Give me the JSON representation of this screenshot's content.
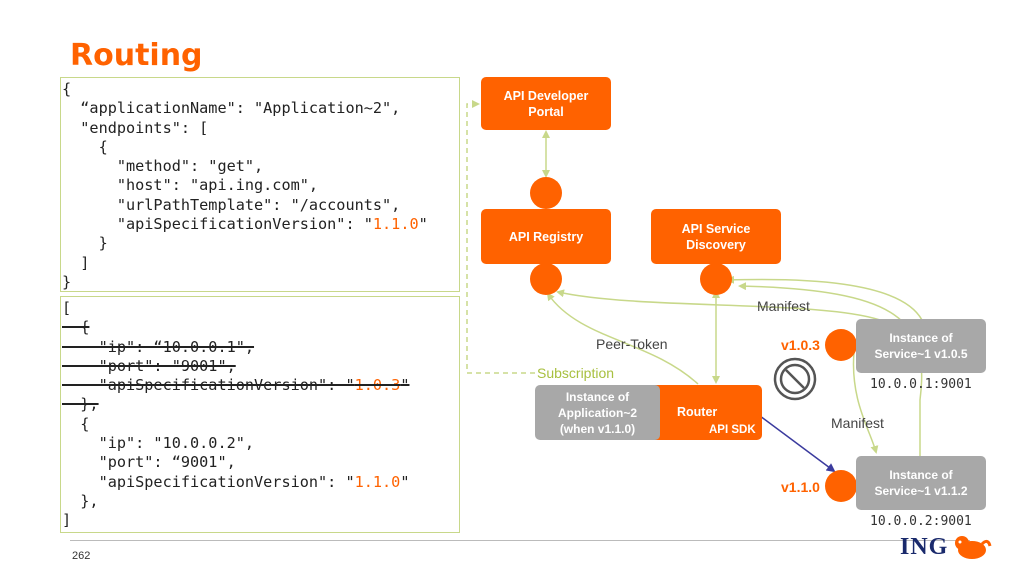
{
  "title": "Routing",
  "code_top": {
    "lines": [
      "{",
      "  “applicationName\": \"Application~2\",",
      "  \"endpoints\": [",
      "    {",
      "      \"method\": \"get\",",
      "      \"host\": \"api.ing.com\",",
      "      \"urlPathTemplate\": \"/accounts\","
    ],
    "version_line_prefix": "      \"apiSpecificationVersion\": \"",
    "version_value": "1.1.0",
    "version_line_suffix": "\"",
    "closing_lines": [
      "    }",
      "  ]",
      "}"
    ]
  },
  "code_bottom": {
    "open": "[",
    "struck_open": "  {",
    "struck_ip": "    \"ip\": “10.0.0.1\",",
    "struck_port": "    \"port\": \"9001\",",
    "struck_version_prefix": "    \"apiSpecificationVersion\": \"",
    "struck_version_value": "1.0.3",
    "struck_version_suffix": "\"",
    "struck_close": "  },",
    "open2": "  {",
    "ip": "    \"ip\": \"10.0.0.2\",",
    "port": "    \"port\": “9001\",",
    "version_prefix": "    \"apiSpecificationVersion\": \"",
    "version_value": "1.1.0",
    "version_suffix": "\"",
    "close2": "  },",
    "close": "]"
  },
  "nodes": {
    "developer_portal": "API Developer Portal",
    "registry": "API Registry",
    "service_discovery": "API Service Discovery",
    "application_instance": "Instance of Application~2 (when v1.1.0)",
    "router": "Router",
    "api_sdk": "API SDK",
    "service_v105": "Instance of Service~1 v1.0.5",
    "service_v112": "Instance of Service~1 v1.1.2"
  },
  "labels": {
    "manifest_top": "Manifest",
    "manifest_bottom": "Manifest",
    "peer_token": "Peer-Token",
    "subscription": "Subscription",
    "version_v103": "v1.0.3",
    "version_v110": "v1.1.0",
    "address_1": "10.0.0.1:9001",
    "address_2": "10.0.0.2:9001"
  },
  "footer": {
    "page_number": "262",
    "logo_text": "ING"
  },
  "colors": {
    "accent": "#ff6200",
    "arrow_green": "#c8d88a",
    "arrow_blue": "#3b3b9e",
    "gray_box": "#a8a8a8"
  }
}
